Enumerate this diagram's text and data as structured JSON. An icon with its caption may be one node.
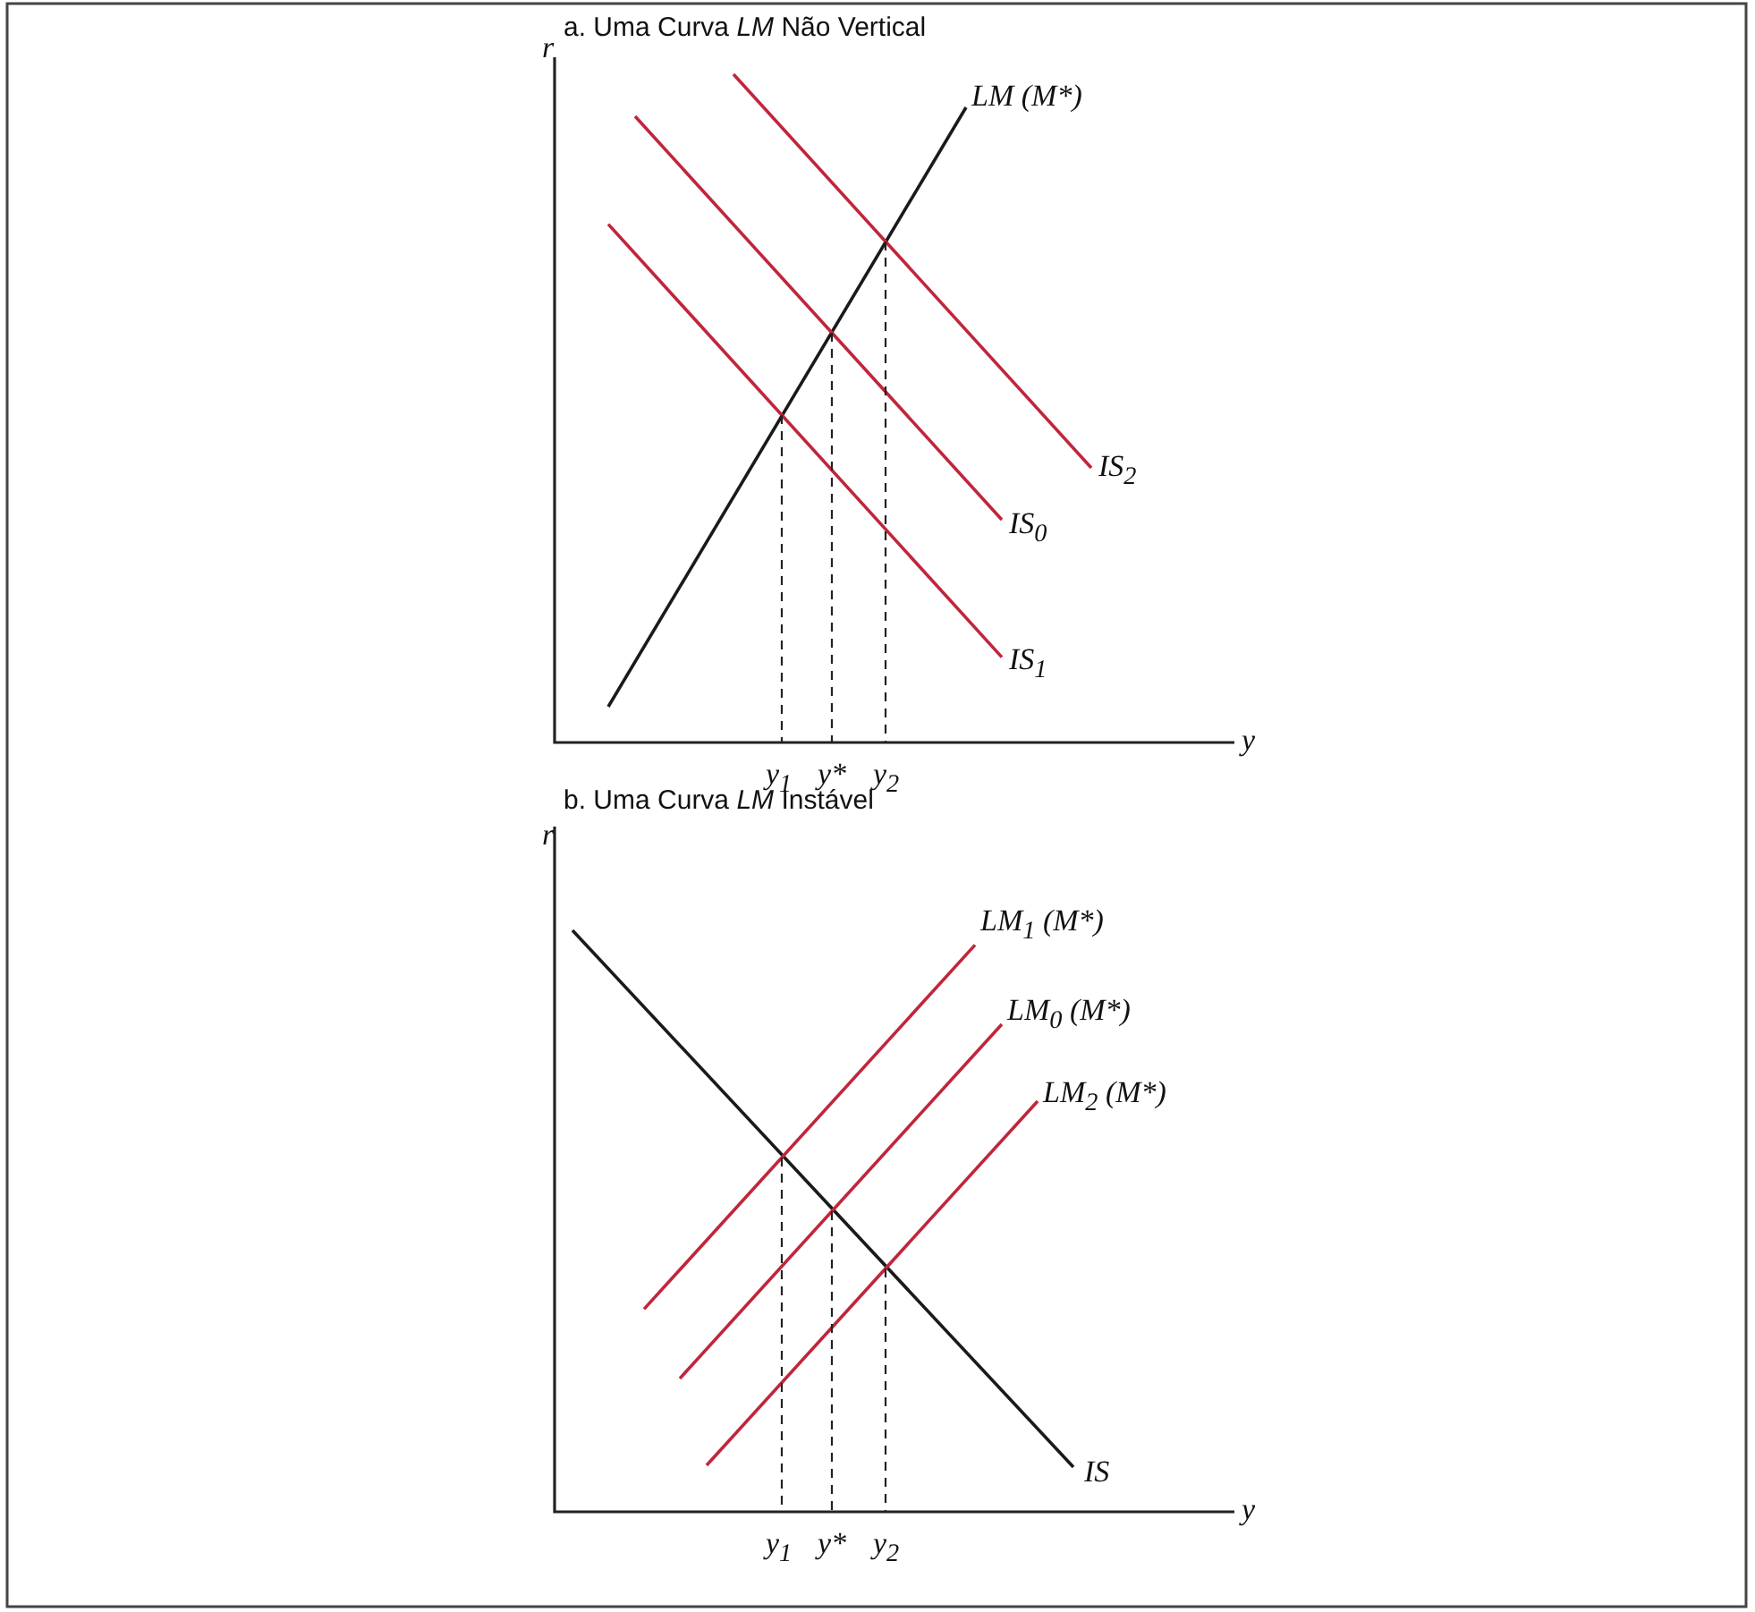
{
  "diagram": {
    "labels": [
      "a. Uma Curva *LM* Não Vertical",
      "r",
      "LM (M*)",
      "IS$_{2}$",
      "IS$_{0}$",
      "IS$_{1}$",
      "y$_{1}$",
      "y*",
      "y$_{2}$",
      "y",
      "b. Uma Curva *LM* Instável",
      "r",
      "LM$_{1}$ (M*)",
      "LM$_{0}$ (M*)",
      "LM$_{2}$ (M*)",
      "IS",
      "y$_{1}$",
      "y*",
      "y$_{2}$",
      "y"
    ]
  }
}
